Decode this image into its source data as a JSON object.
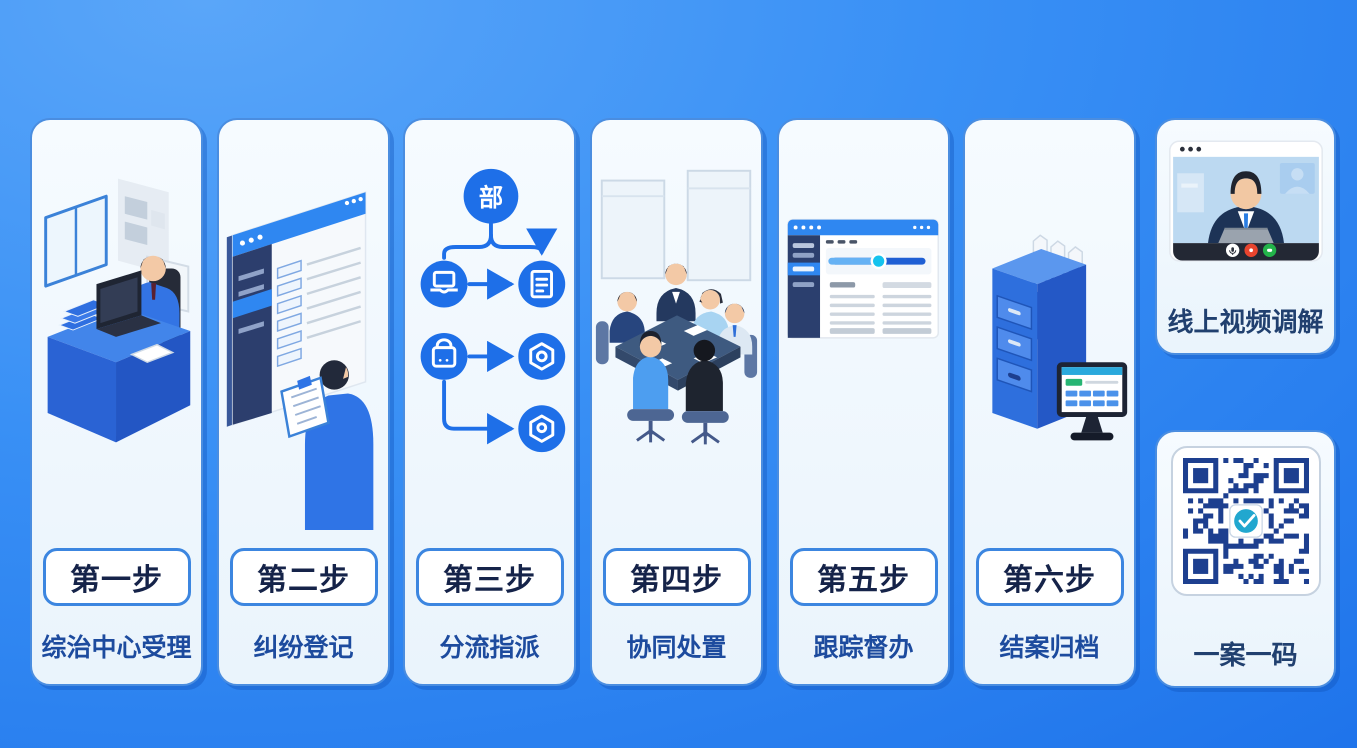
{
  "poster": {
    "steps": [
      {
        "label": "第一步",
        "caption": "综治中心受理"
      },
      {
        "label": "第二步",
        "caption": "纠纷登记"
      },
      {
        "label": "第三步",
        "caption": "分流指派",
        "node_label": "部"
      },
      {
        "label": "第四步",
        "caption": "协同处置"
      },
      {
        "label": "第五步",
        "caption": "跟踪督办"
      },
      {
        "label": "第六步",
        "caption": "结案归档"
      }
    ],
    "video_panel": {
      "caption": "线上视频调解"
    },
    "qr_panel": {
      "caption": "一案一码"
    },
    "colors": {
      "background_top": "#5aa6f9",
      "background_bottom": "#1d72ea",
      "accent_blue": "#1e6fe8",
      "card_border": "#4a8de0",
      "step_label_text": "#152349",
      "caption_text": "#1d4b9e",
      "qr_modules": "#1d3f8f",
      "hangup_red": "#e8442e",
      "accept_green": "#23b34a"
    },
    "icon_names": [
      "laptop-icon",
      "document-icon",
      "briefcase-icon",
      "gear-hex-icon",
      "shield-hex-icon",
      "window-dots-icon",
      "mic-button-icon",
      "hangup-button-icon",
      "accept-button-icon",
      "qr-logo-icon"
    ]
  }
}
